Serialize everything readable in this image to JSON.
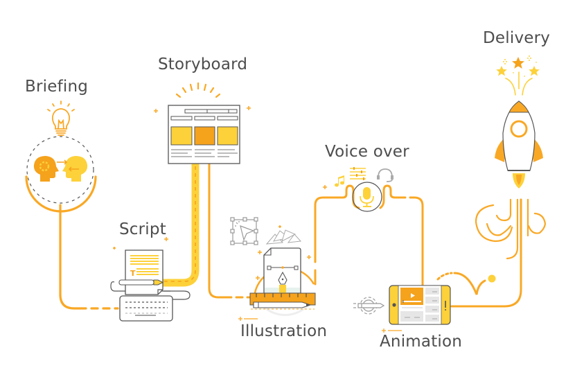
{
  "diagram": {
    "title": "Video production process",
    "colors": {
      "primary_orange": "#F9A825",
      "light_yellow": "#FDD13A",
      "dark_orange": "#F5A21C",
      "outline_gray": "#555555",
      "light_gray": "#9E9E9E",
      "label_text": "#4D4D4D"
    },
    "steps": [
      {
        "id": "briefing",
        "label": "Briefing",
        "icons": [
          "lightbulb-icon",
          "heads-exchange-icon"
        ]
      },
      {
        "id": "script",
        "label": "Script",
        "icons": [
          "document-icon",
          "pen-icon",
          "keyboard-icon"
        ]
      },
      {
        "id": "storyboard",
        "label": "Storyboard",
        "icons": [
          "storyboard-icon"
        ]
      },
      {
        "id": "illustration",
        "label": "Illustration",
        "icons": [
          "selection-cursor-icon",
          "document-pen-icon",
          "ruler-icon",
          "pencil-icon"
        ]
      },
      {
        "id": "voice_over",
        "label": "Voice over",
        "icons": [
          "microphone-icon",
          "music-note-icon",
          "equalizer-icon",
          "headset-icon"
        ]
      },
      {
        "id": "animation",
        "label": "Animation",
        "icons": [
          "gear-pencil-icon",
          "tablet-video-icon",
          "play-icon"
        ]
      },
      {
        "id": "delivery",
        "label": "Delivery",
        "icons": [
          "stars-icon",
          "rocket-icon"
        ]
      }
    ]
  }
}
